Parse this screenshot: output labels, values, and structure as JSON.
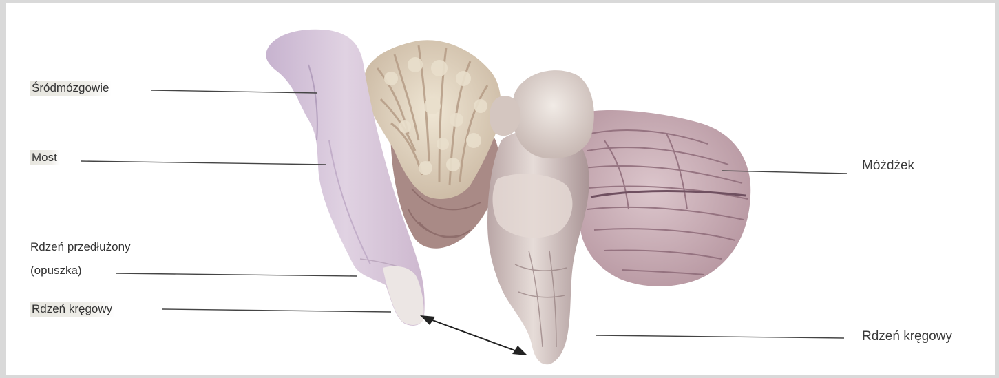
{
  "labels": {
    "left": {
      "srodmozgowie": "Śródmózgowie",
      "most": "Most",
      "rdzen_przedluzony_line1": "Rdzeń przedłużony",
      "rdzen_przedluzony_line2": "(opuszka)",
      "rdzen_kregowy": "Rdzeń kręgowy"
    },
    "right": {
      "mozdzek": "Móżdżek",
      "rdzen_kregowy": "Rdzeń kręgowy"
    }
  },
  "colors": {
    "background": "#ffffff",
    "frame": "#d9d9d9",
    "brainstem_section": "#d9c9dc",
    "cerebellum_folia": "#e7dcc6",
    "cerebellum_surface": "#c9aeb6",
    "leader_line": "#444444"
  }
}
